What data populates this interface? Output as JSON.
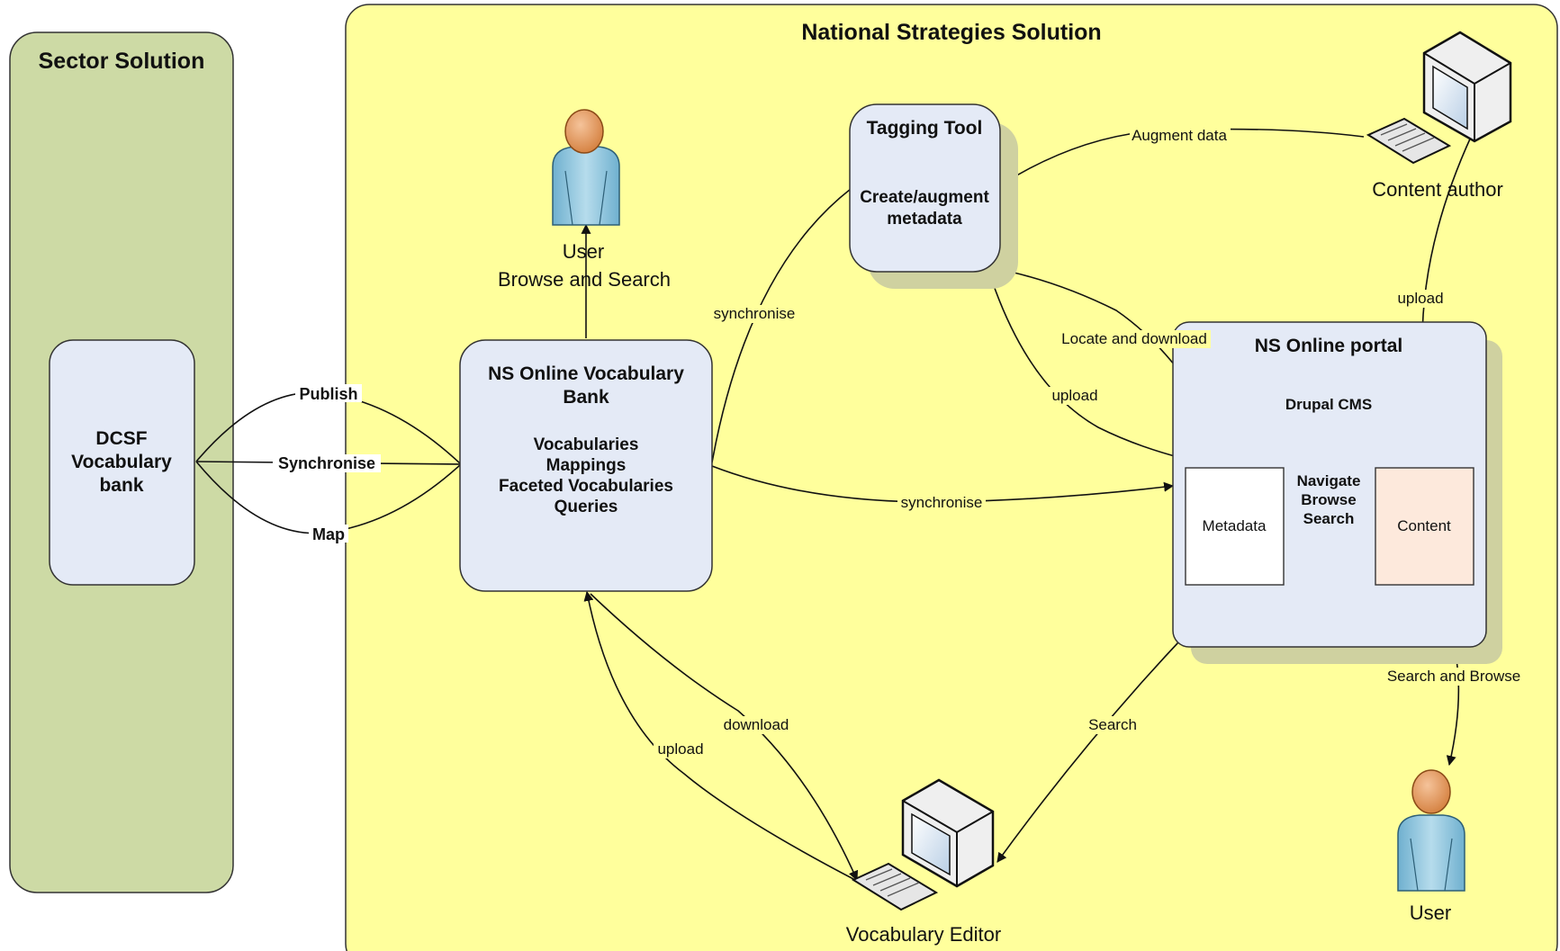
{
  "containers": {
    "sector": {
      "title": "Sector Solution"
    },
    "national": {
      "title": "National Strategies Solution"
    }
  },
  "nodes": {
    "dcsf": {
      "lines": [
        "DCSF",
        "Vocabulary",
        "bank"
      ]
    },
    "vocab_bank": {
      "title_lines": [
        "NS Online Vocabulary",
        "Bank"
      ],
      "items": [
        "Vocabularies",
        "Mappings",
        "Faceted Vocabularies",
        "Queries"
      ]
    },
    "tagging_tool": {
      "title": "Tagging Tool",
      "body_lines": [
        "Create/augment",
        "metadata"
      ]
    },
    "portal": {
      "title": "NS Online portal",
      "subtitle": "Drupal CMS",
      "nav_lines": [
        "Navigate",
        "Browse",
        "Search"
      ]
    },
    "metadata": {
      "label": "Metadata"
    },
    "content": {
      "label": "Content"
    }
  },
  "actors": {
    "user_top": {
      "label": "User",
      "caption": "Browse and Search"
    },
    "content_author": {
      "label": "Content author"
    },
    "vocab_editor": {
      "label": "Vocabulary Editor"
    },
    "user_bottom": {
      "label": "User"
    }
  },
  "edges": {
    "publish": "Publish",
    "synchronise_dcsf": "Synchronise",
    "map": "Map",
    "synchronise_tagging": "synchronise",
    "synchronise_portal": "synchronise",
    "augment_data": "Augment data",
    "upload_author": "upload",
    "locate_download": "Locate and download",
    "upload_tagging": "upload",
    "download_editor": "download",
    "upload_editor": "upload",
    "search_editor": "Search",
    "search_browse": "Search and Browse"
  },
  "colors": {
    "sector_fill": "#cddaa5",
    "national_fill": "#ffff9c",
    "box_fill": "#e4eaf6",
    "content_fill": "#fde9dc",
    "shadow": "#cfd1a0",
    "person_body": "#8cc3dc",
    "person_head": "#e0975a"
  }
}
